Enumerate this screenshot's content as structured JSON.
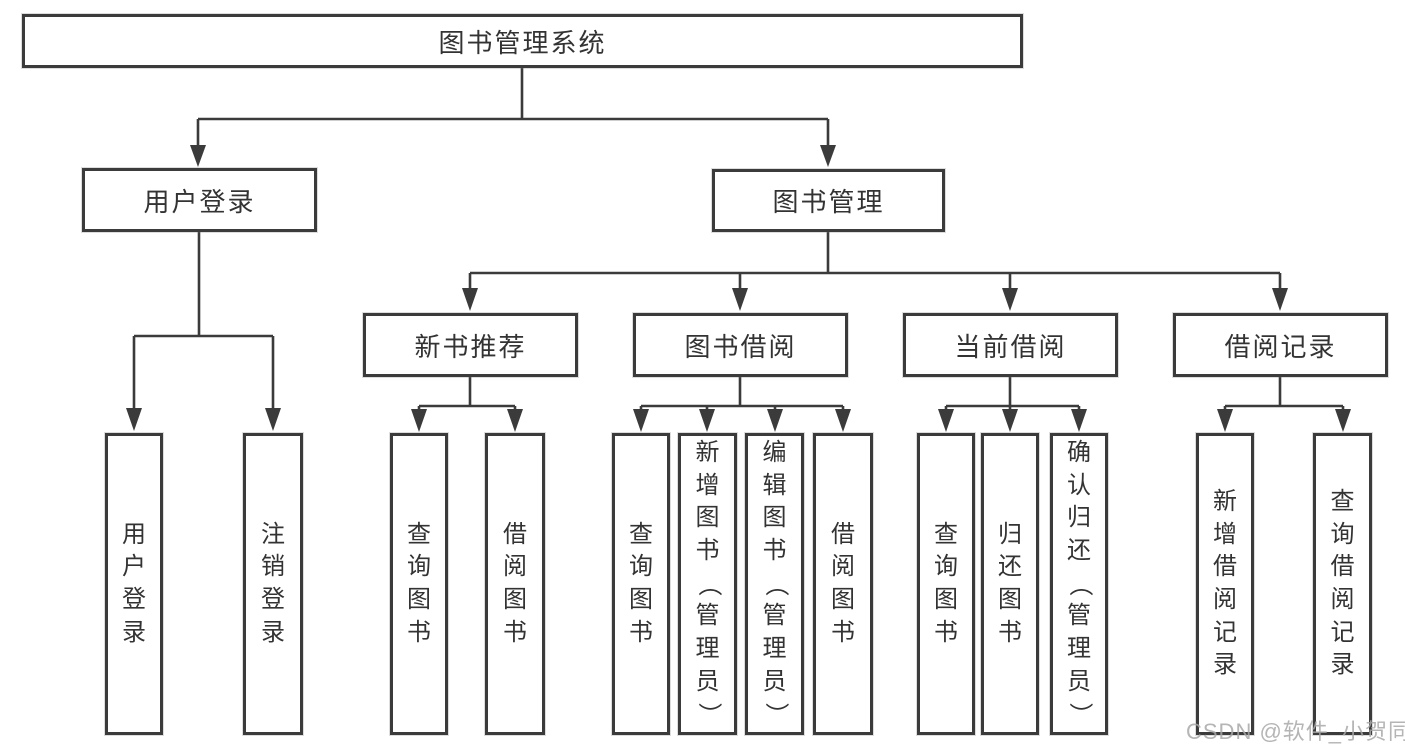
{
  "diagram": {
    "root": {
      "label": "图书管理系统"
    },
    "level2": [
      {
        "label": "用户登录"
      },
      {
        "label": "图书管理"
      }
    ],
    "level3": [
      {
        "label": "新书推荐"
      },
      {
        "label": "图书借阅"
      },
      {
        "label": "当前借阅"
      },
      {
        "label": "借阅记录"
      }
    ],
    "leaves": {
      "user_login": [
        "用户登录",
        "注销登录"
      ],
      "new_book": [
        "查询图书",
        "借阅图书"
      ],
      "book_borrow": [
        "查询图书",
        "新增图书（管理员）",
        "编辑图书（管理员）",
        "借阅图书"
      ],
      "current_borrow": [
        "查询图书",
        "归还图书",
        "确认归还（管理员）"
      ],
      "borrow_record": [
        "新增借阅记录",
        "查询借阅记录"
      ]
    }
  },
  "watermark": "CSDN @软件_小贺同学",
  "colors": {
    "line": "#3b3b3b",
    "border": "#3b3b3b",
    "text": "#333333",
    "watermark": "#a8a8a8",
    "background": "#ffffff"
  }
}
